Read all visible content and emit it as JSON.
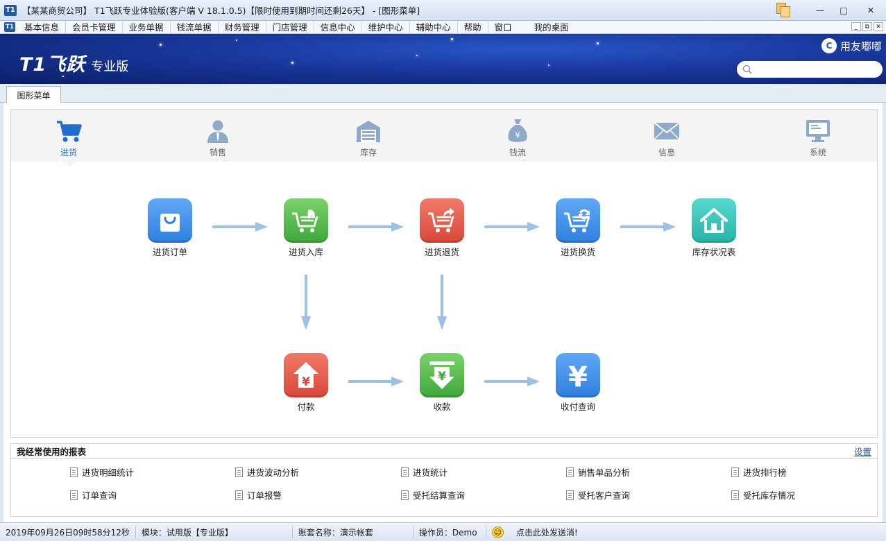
{
  "window": {
    "app_logo": "T1",
    "title": "【某某商贸公司】 T1飞跃专业体验版(客户端 V 18.1.0.5)【限时使用到期时间还剩26天】 - [图形菜单]",
    "minimize": "—",
    "maximize": "□",
    "close": "✕"
  },
  "menu": {
    "logo": "T1",
    "items": [
      "基本信息",
      "会员卡管理",
      "业务单据",
      "钱流单据",
      "财务管理",
      "门店管理",
      "信息中心",
      "维护中心",
      "辅助中心",
      "帮助",
      "窗口"
    ],
    "desktop": "我的桌面",
    "mdi": [
      "_",
      "⧉",
      "✕"
    ]
  },
  "banner": {
    "brand_main": "T1飞跃",
    "brand_sub": "专业版",
    "yydd_icon": "C",
    "yydd": "用友嘟嘟",
    "search_placeholder": ""
  },
  "tabs": [
    {
      "label": "图形菜单"
    }
  ],
  "categories": [
    {
      "label": "进货",
      "icon": "cart-icon",
      "active": true
    },
    {
      "label": "销售",
      "icon": "salesperson-icon"
    },
    {
      "label": "库存",
      "icon": "warehouse-icon"
    },
    {
      "label": "钱流",
      "icon": "money-bag-icon"
    },
    {
      "label": "信息",
      "icon": "envelope-icon"
    },
    {
      "label": "系统",
      "icon": "monitor-icon"
    }
  ],
  "flow": {
    "purchase_order": "进货订单",
    "purchase_in": "进货入库",
    "purchase_return": "进货退货",
    "purchase_exchange": "进货换货",
    "stock_status": "库存状况表",
    "payment": "付款",
    "receipt": "收款",
    "payment_query": "收付查询"
  },
  "reports": {
    "title": "我经常使用的报表",
    "settings": "设置",
    "items": [
      "进货明细统计",
      "进货波动分析",
      "进货统计",
      "销售单品分析",
      "进货排行榜",
      "订单查询",
      "订单报警",
      "受托结算查询",
      "受托客户查询",
      "受托库存情况"
    ]
  },
  "status": {
    "datetime": "2019年09月26日09时58分12秒",
    "module": "模块：试用版【专业版】",
    "account": "账套名称：演示帐套",
    "operator": "操作员：Demo",
    "smile": "☺",
    "message": "点击此处发送消!"
  },
  "colors": {
    "blue_tile": "#2f7fe0",
    "green_tile": "#3ea83a",
    "red_tile": "#d9473a",
    "teal_tile": "#26b3a8",
    "arrow": "#9fc0e4"
  }
}
